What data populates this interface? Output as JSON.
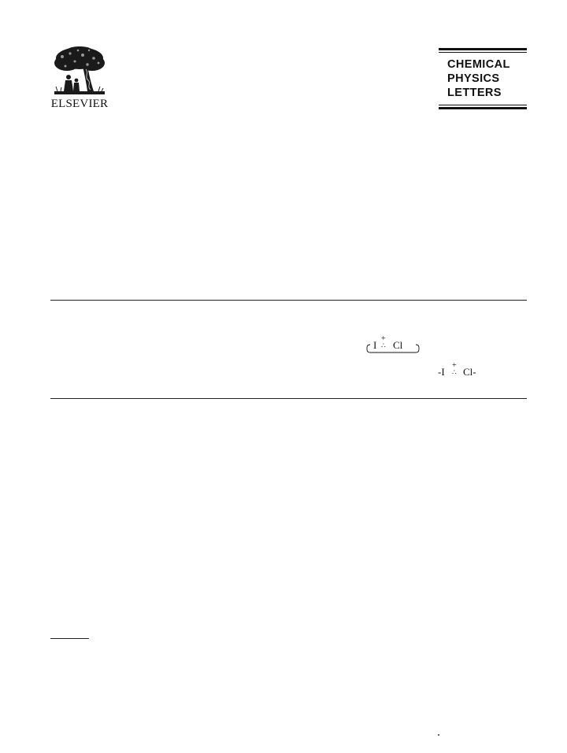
{
  "publisher": {
    "name": "ELSEVIER",
    "logo_icon": "tree-emblem-icon"
  },
  "journal": {
    "title": "CHEMICAL\nPHYSICS\nLETTERS"
  },
  "structures": {
    "cyclic": {
      "atom_left": "I",
      "charge": "+",
      "dots": "∴",
      "atom_right": "Cl"
    },
    "chain": {
      "atom_left": "-I",
      "charge": "+",
      "dots": "∴",
      "atom_right": "Cl-"
    }
  },
  "colors": {
    "ink": "#111111",
    "background": "#ffffff"
  }
}
